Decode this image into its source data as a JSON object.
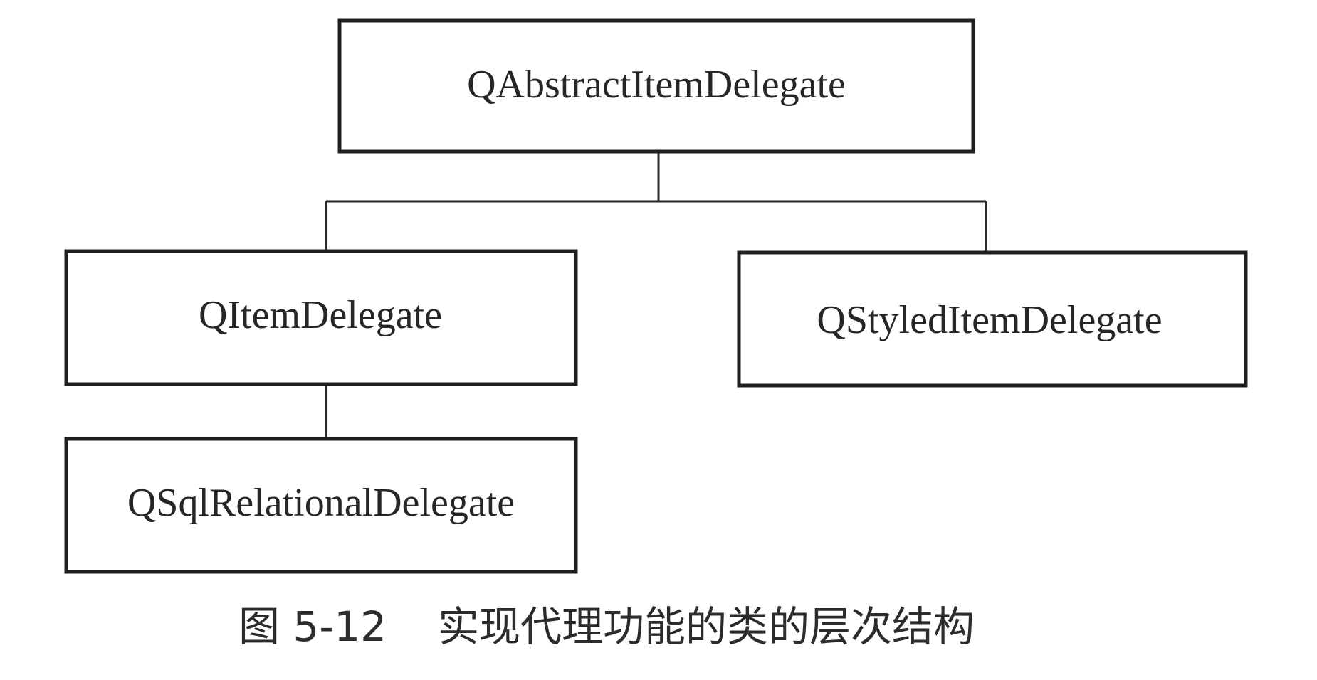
{
  "diagram": {
    "nodes": {
      "root": {
        "label": "QAbstractItemDelegate"
      },
      "item_delegate": {
        "label": "QItemDelegate"
      },
      "styled_item_delegate": {
        "label": "QStyledItemDelegate"
      },
      "sql_relational_delegate": {
        "label": "QSqlRelationalDelegate"
      }
    },
    "edges": [
      {
        "from": "QAbstractItemDelegate",
        "to": "QItemDelegate"
      },
      {
        "from": "QAbstractItemDelegate",
        "to": "QStyledItemDelegate"
      },
      {
        "from": "QItemDelegate",
        "to": "QSqlRelationalDelegate"
      }
    ]
  },
  "caption": {
    "figure_number": "图 5-12",
    "text": "实现代理功能的类的层次结构"
  }
}
